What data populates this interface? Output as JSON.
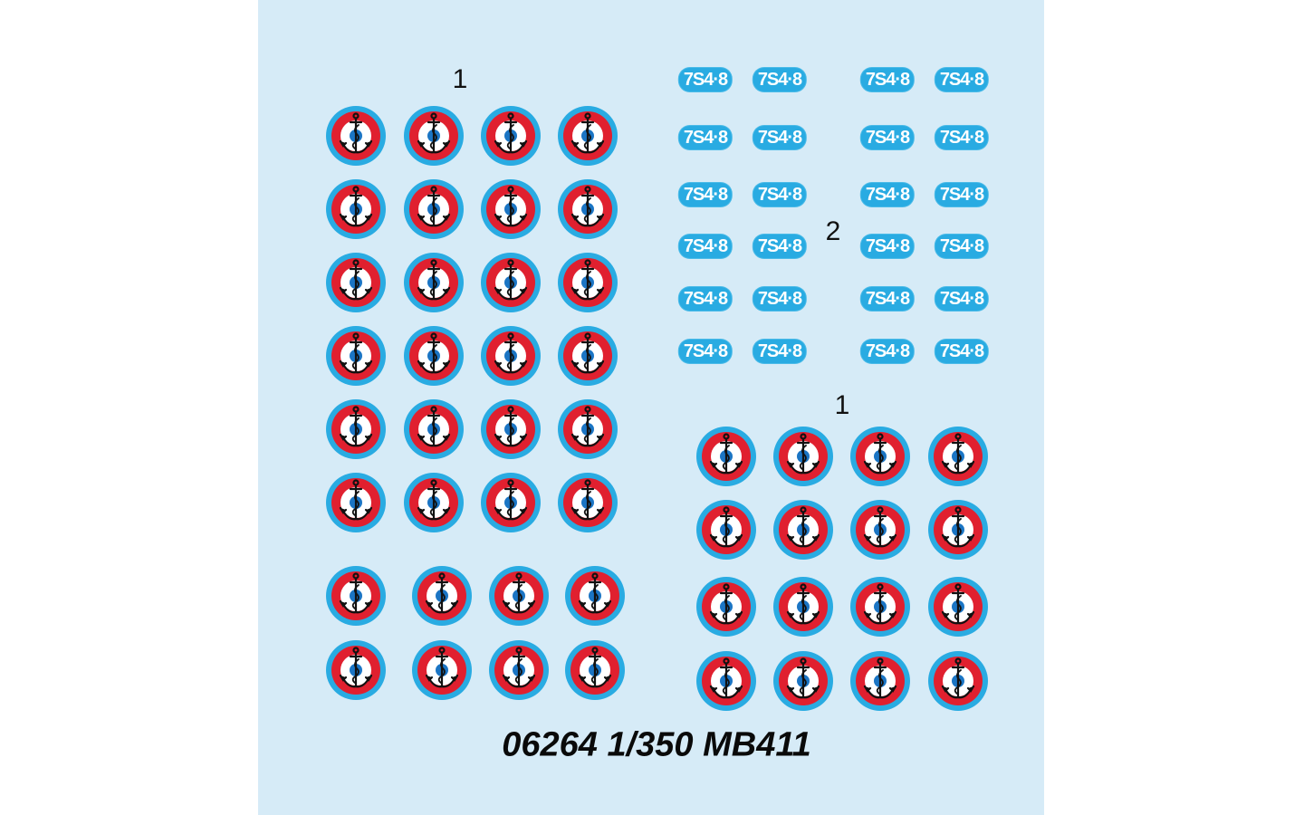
{
  "sheet": {
    "colors": {
      "background": "#d6ebf7",
      "outer_ring": "#29abe2",
      "red_ring": "#e0202f",
      "white": "#ffffff",
      "center": "#1b75c4",
      "anchor": "#111111"
    },
    "labels": [
      {
        "id": "label-1-left",
        "text": "1"
      },
      {
        "id": "label-2",
        "text": "2"
      },
      {
        "id": "label-1-right",
        "text": "1"
      }
    ],
    "roundel_group_left": {
      "rows": 6,
      "cols": 4,
      "count": 24
    },
    "roundel_group_bottom_left": {
      "rows": 2,
      "cols": 4,
      "count": 8
    },
    "roundel_group_right": {
      "rows": 4,
      "cols": 4,
      "count": 16
    },
    "hull_number": {
      "text": "7S4·8",
      "count": 24
    },
    "footer": "06264  1/350 MB411"
  }
}
